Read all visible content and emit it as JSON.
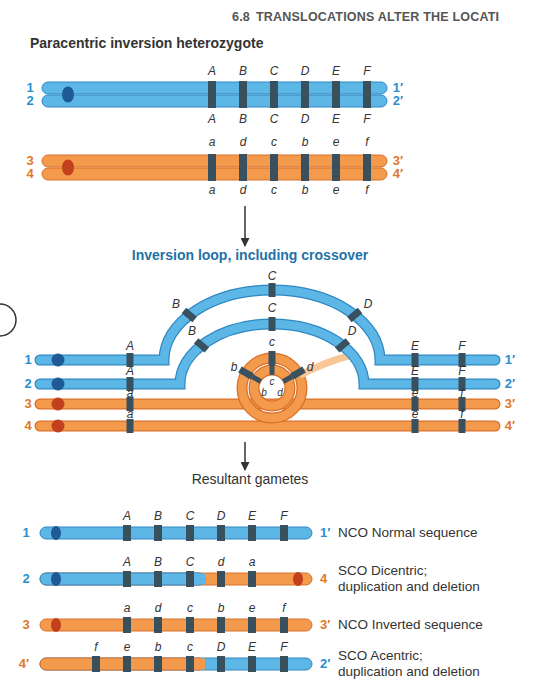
{
  "diagram": {
    "nodes": [
      {
        "text": [
          "Paracentric inversion heterozygote"
        ]
      },
      {
        "text": [
          "Inversion loop, including crossover"
        ]
      },
      {
        "text": [
          "Resultant gametes"
        ]
      }
    ],
    "edges": [
      {
        "from": 0,
        "to": 1,
        "arrow": "to"
      },
      {
        "from": 1,
        "to": 2,
        "arrow": "to"
      }
    ],
    "labels": [
      "6.8",
      "TRANSLOCATIONS ALTER THE LOCATI",
      "A",
      "B",
      "C",
      "D",
      "E",
      "F",
      "1",
      "2",
      "1′",
      "2′",
      "A",
      "B",
      "C",
      "D",
      "E",
      "F",
      "a",
      "d",
      "c",
      "b",
      "e",
      "f",
      "3",
      "4",
      "3′",
      "4′",
      "a",
      "d",
      "c",
      "b",
      "e",
      "f",
      "C",
      "B",
      "D",
      "C",
      "B",
      "D",
      "c",
      "b",
      "d",
      "c",
      "b",
      "d",
      "A",
      "A",
      "a",
      "a",
      "E",
      "F",
      "E",
      "F",
      "e",
      "f",
      "e",
      "f",
      "1",
      "2",
      "3",
      "4",
      "1′",
      "2′",
      "3′",
      "4′",
      "1",
      "A",
      "B",
      "C",
      "D",
      "E",
      "F",
      "1′",
      "NCO Normal sequence",
      "2",
      "A",
      "B",
      "C",
      "d",
      "a",
      "4",
      "SCO Dicentric; duplication and deletion",
      "3",
      "a",
      "d",
      "c",
      "b",
      "e",
      "f",
      "3′",
      "NCO Inverted sequence",
      "4′",
      "f",
      "e",
      "b",
      "c",
      "D",
      "E",
      "F",
      "2′",
      "SCO Acentric; duplication and deletion"
    ]
  }
}
